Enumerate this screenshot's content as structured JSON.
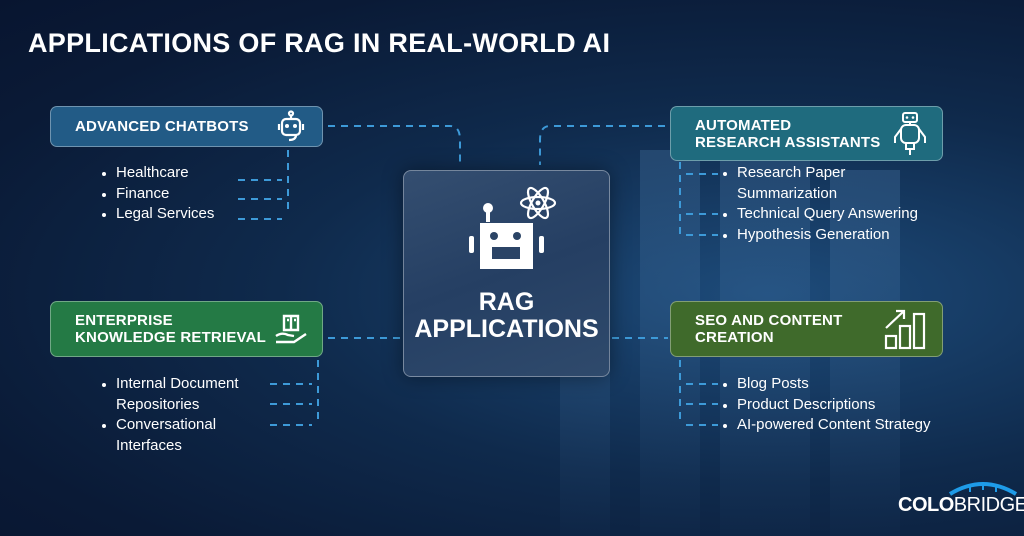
{
  "title": "APPLICATIONS OF RAG IN REAL-WORLD AI",
  "center": {
    "line1": "RAG",
    "line2": "APPLICATIONS",
    "icon": "robot-atom-icon"
  },
  "sections": [
    {
      "title": "ADVANCED CHATBOTS",
      "icon": "chatbot-headset-icon",
      "color": "#225b86",
      "items": [
        "Healthcare",
        "Finance",
        "Legal Services"
      ]
    },
    {
      "title_line1": "AUTOMATED",
      "title_line2": "RESEARCH ASSISTANTS",
      "icon": "robot-icon",
      "color": "#1f6b7e",
      "items": [
        "Research Paper Summarization",
        "Technical Query Answering",
        "Hypothesis Generation"
      ]
    },
    {
      "title_line1": "ENTERPRISE",
      "title_line2": "KNOWLEDGE RETRIEVAL",
      "icon": "book-hand-icon",
      "color": "#247a45",
      "items": [
        "Internal Document Repositories",
        "Conversational Interfaces"
      ]
    },
    {
      "title_line1": "SEO AND CONTENT",
      "title_line2": "CREATION",
      "icon": "growth-chart-icon",
      "color": "#3f6a2b",
      "items": [
        "Blog Posts",
        "Product Descriptions",
        "AI-powered Content Strategy"
      ]
    }
  ],
  "logo": {
    "part1": "COLO",
    "part2": "BRIDGE"
  }
}
